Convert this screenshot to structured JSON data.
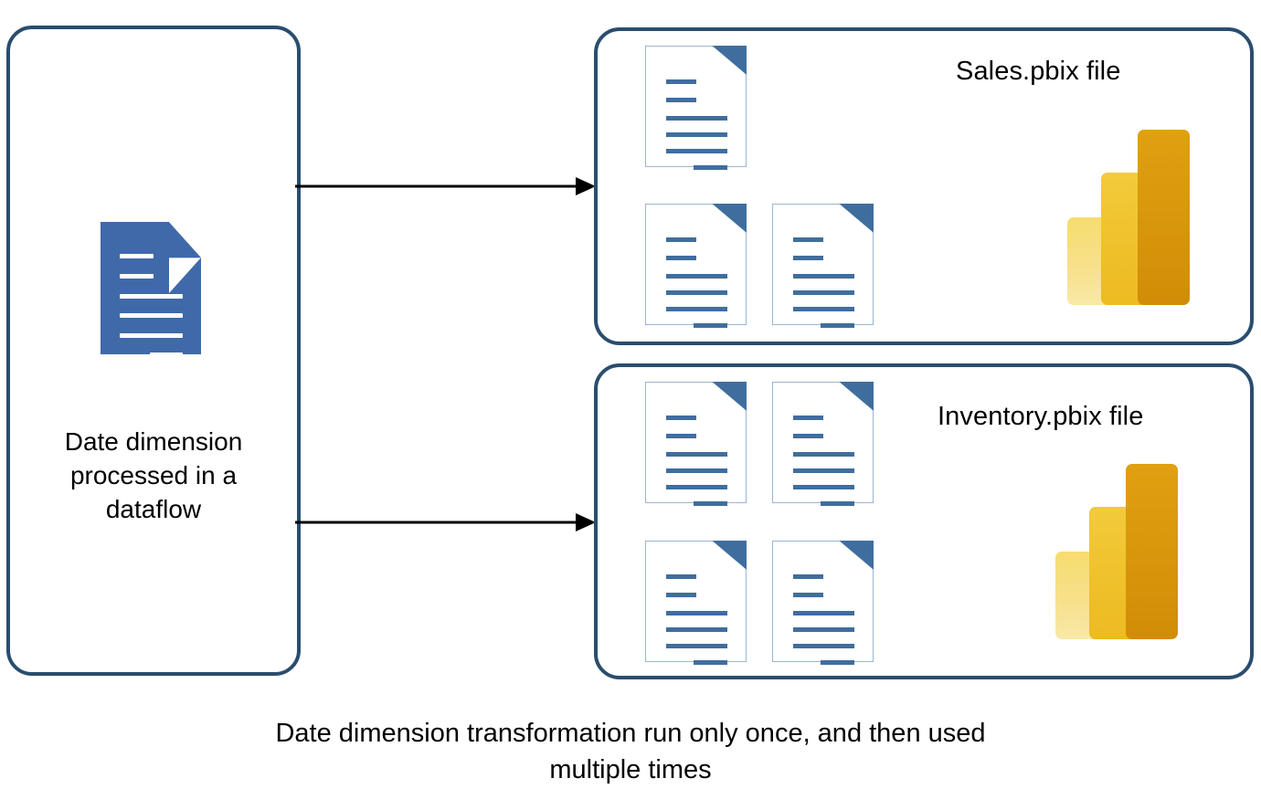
{
  "diagram": {
    "title": "Date dimension dataflow reuse diagram",
    "colors": {
      "panel_border": "#2A4D6E",
      "doc_solid_fill": "#4069A9",
      "doc_outline_border": "#9CB5D4",
      "doc_outline_line": "#3F6E9E",
      "arrow": "#000000",
      "pbi_bar_low": "#F6DC6F",
      "pbi_bar_mid": "#F2CB3B",
      "pbi_bar_high": "#E0A011",
      "text": "#000000",
      "background": "#FFFFFF"
    }
  },
  "source_panel": {
    "label": "Date dimension processed in a dataflow",
    "icon": "document-icon"
  },
  "arrows": [
    {
      "name": "arrow-to-sales",
      "icon": "arrow-right-icon"
    },
    {
      "name": "arrow-to-inventory",
      "icon": "arrow-right-icon"
    }
  ],
  "target_panels": [
    {
      "caption": "Sales.pbix file",
      "logo": "power-bi-logo",
      "document_count": 3,
      "documents": [
        {
          "row": 1,
          "col": 1
        },
        {
          "row": 2,
          "col": 1
        },
        {
          "row": 2,
          "col": 2
        }
      ]
    },
    {
      "caption": "Inventory.pbix file",
      "logo": "power-bi-logo",
      "document_count": 4,
      "documents": [
        {
          "row": 1,
          "col": 1
        },
        {
          "row": 1,
          "col": 2
        },
        {
          "row": 2,
          "col": 1
        },
        {
          "row": 2,
          "col": 2
        }
      ]
    }
  ],
  "footer": {
    "caption": "Date dimension transformation run only once, and then used multiple times"
  }
}
